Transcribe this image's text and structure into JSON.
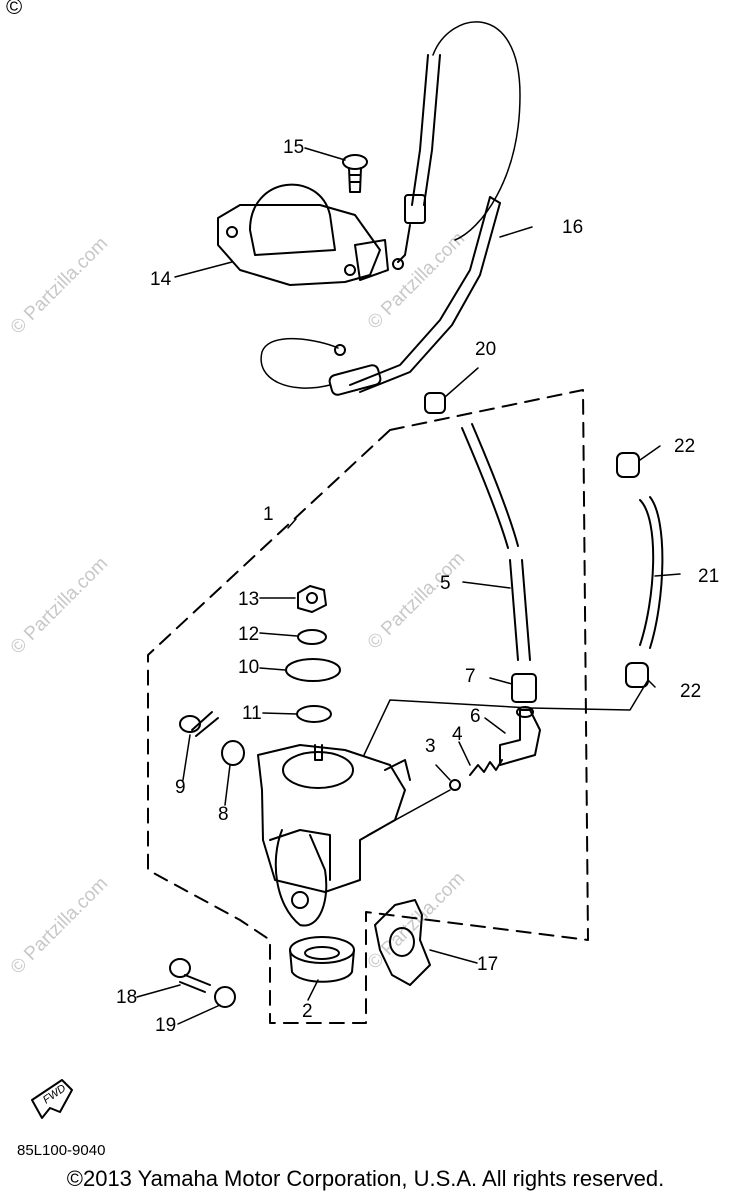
{
  "diagram": {
    "copyright_symbol": "©",
    "watermark_text": "© Partzilla.com",
    "part_code": "85L100-9040",
    "copyright_notice": "©2013 Yamaha Motor Corporation, U.S.A. All rights reserved.",
    "fwd_label": "FWD",
    "callouts": {
      "c1": "1",
      "c2": "2",
      "c3": "3",
      "c4": "4",
      "c5": "5",
      "c6": "6",
      "c7": "7",
      "c8": "8",
      "c9": "9",
      "c10": "10",
      "c11": "11",
      "c12": "12",
      "c13": "13",
      "c14": "14",
      "c15": "15",
      "c16": "16",
      "c17": "17",
      "c18": "18",
      "c19": "19",
      "c20": "20",
      "c21": "21",
      "c22a": "22",
      "c22b": "22"
    }
  }
}
